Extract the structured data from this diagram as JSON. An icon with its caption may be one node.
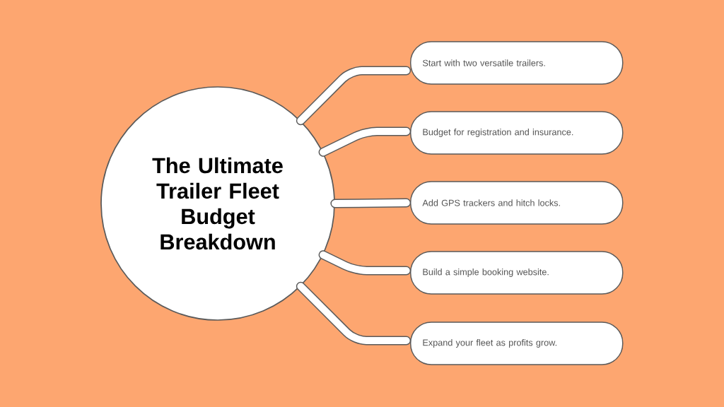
{
  "diagram": {
    "nodes": [
      {
        "text": [
          "The Ultimate Trailer Fleet Budget Breakdown"
        ]
      },
      {
        "text": [
          "Start with two versatile trailers."
        ]
      },
      {
        "text": [
          "Budget for registration and insurance."
        ]
      },
      {
        "text": [
          "Add GPS trackers and hitch locks."
        ]
      },
      {
        "text": [
          "Build a simple booking website."
        ]
      },
      {
        "text": [
          "Expand your fleet as profits grow."
        ]
      }
    ],
    "edges": [
      {
        "from": 0,
        "to": 1,
        "arrow": "none"
      },
      {
        "from": 0,
        "to": 2,
        "arrow": "none"
      },
      {
        "from": 0,
        "to": 3,
        "arrow": "none"
      },
      {
        "from": 0,
        "to": 4,
        "arrow": "none"
      },
      {
        "from": 0,
        "to": 5,
        "arrow": "none"
      }
    ]
  }
}
